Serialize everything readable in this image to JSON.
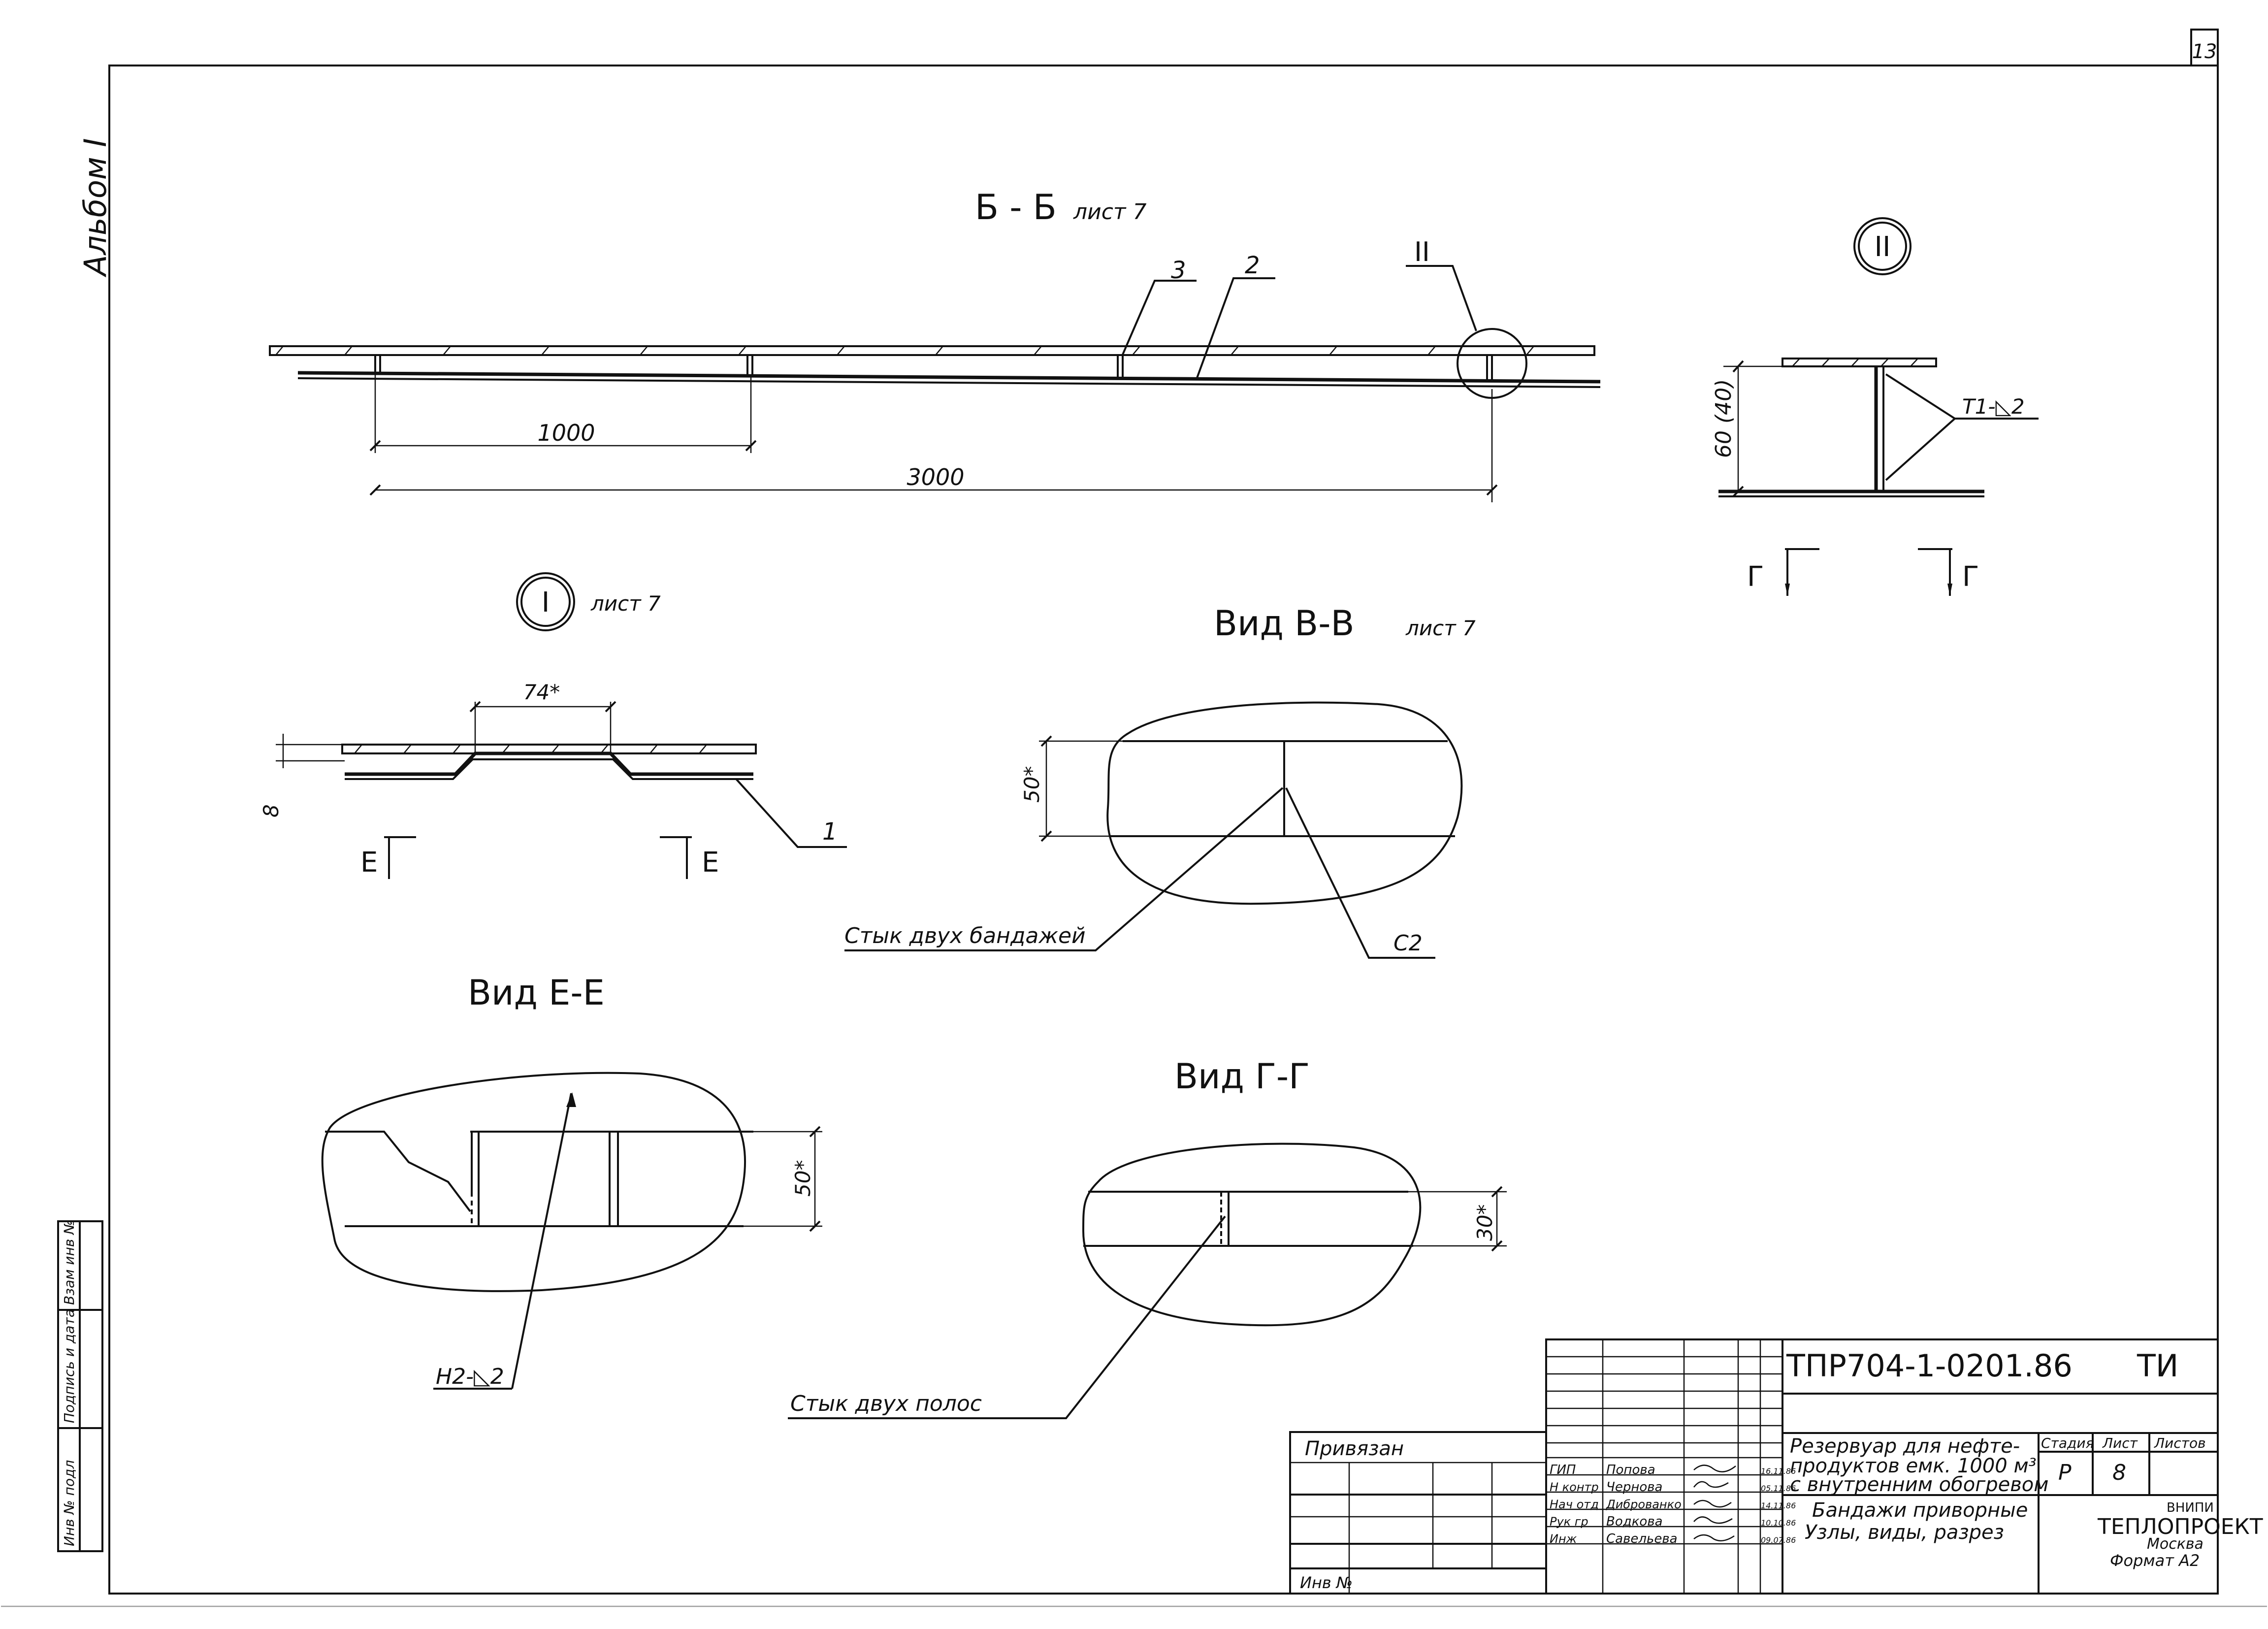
{
  "sheet_number": "13",
  "album": "Альбом I",
  "section_bb": {
    "title": "Б - Б",
    "ref": "лист 7",
    "pos3": "3",
    "pos2": "2",
    "node": "II",
    "dim1": "1000",
    "dim2": "3000"
  },
  "node2": {
    "label": "II",
    "dim": "60 (40)",
    "weld": "T1-◺2",
    "cut_left": "Г",
    "cut_right": "Г"
  },
  "node1": {
    "label": "I",
    "ref": "лист 7",
    "dim_top": "74*",
    "dim_side": "8",
    "pos1": "1",
    "cut_left": "Е",
    "cut_right": "Е"
  },
  "view_vv": {
    "title": "Вид В-В",
    "ref": "лист 7",
    "dim": "50*",
    "joint": "Стык двух бандажей",
    "weld": "С2"
  },
  "view_ee": {
    "title": "Вид Е-Е",
    "dim": "50*",
    "weld": "Н2-◺2"
  },
  "view_gg": {
    "title": "Вид Г-Г",
    "dim": "30*",
    "joint": "Стык двух полос"
  },
  "title_block": {
    "code": "ТПР704-1-0201.86",
    "mark": "ТИ",
    "project": [
      "Резервуар для нефте-",
      "продуктов емк. 1000 м³",
      "с внутренним обогревом"
    ],
    "sheet_title": [
      "Бандажи приворные",
      "Узлы, виды, разрез"
    ],
    "stage_header": "Стадия",
    "sheet_header": "Лист",
    "sheets_header": "Листов",
    "stage": "Р",
    "sheet": "8",
    "org": [
      "ВНИПИ",
      "ТЕПЛОПРОЕКТ",
      "Москва"
    ],
    "format": "Формат А2",
    "bound": "Привязан",
    "inv": "Инв №",
    "roles": [
      "ГИП",
      "Н контр",
      "Нач отд",
      "Рук гр",
      "Инж"
    ],
    "names": [
      "Попова",
      "Чернова",
      "Диброванко",
      "Водкова",
      "Савельева"
    ],
    "dates": [
      "16.11.86",
      "05.11.86",
      "14.11.86",
      "10.10.86",
      "09.07.86"
    ]
  },
  "left_strip": [
    "Инв № подл",
    "Подпись и дата",
    "Взам инв №"
  ]
}
